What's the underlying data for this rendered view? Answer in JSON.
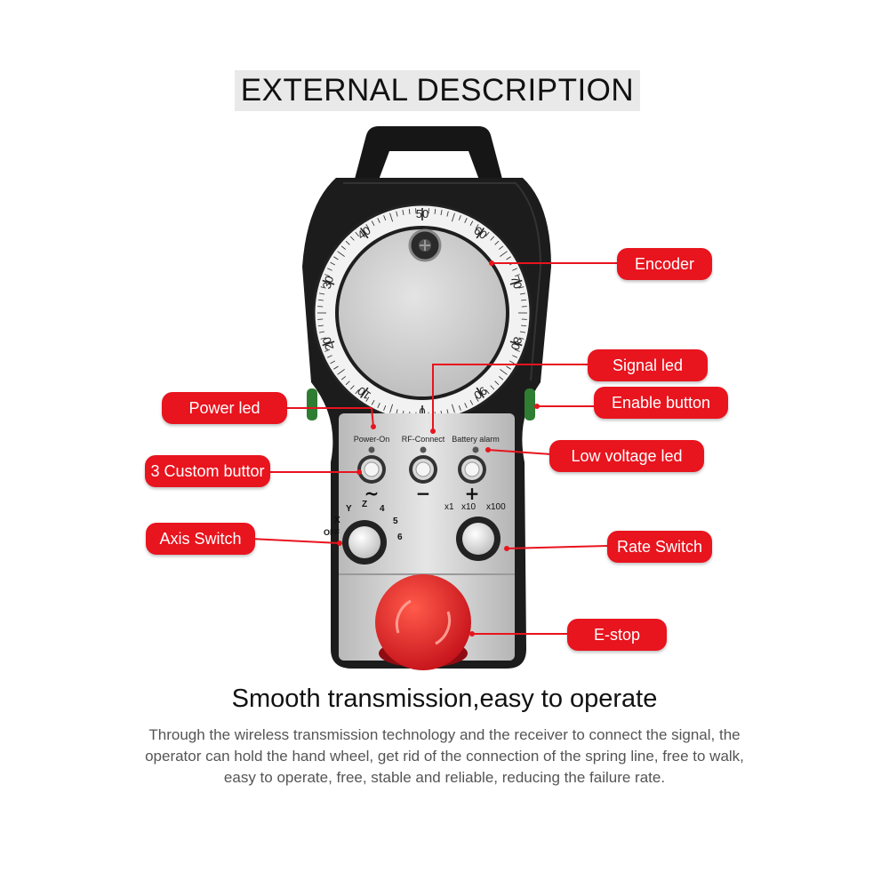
{
  "title": "EXTERNAL DESCRIPTION",
  "device": {
    "dial_numbers": [
      "0",
      "10",
      "20",
      "30",
      "40",
      "50",
      "60",
      "70",
      "80",
      "90"
    ],
    "led_labels": [
      "Power-On",
      "RF-Connect",
      "Battery alarm"
    ],
    "button_symbols": [
      "~",
      "−",
      "+"
    ],
    "axis_labels": [
      "X",
      "Y",
      "Z",
      "4",
      "5",
      "6",
      "OFF"
    ],
    "rate_labels": [
      "x1",
      "x10",
      "x100"
    ]
  },
  "callouts": {
    "encoder": "Encoder",
    "signal_led": "Signal led",
    "power_led": "Power led",
    "enable_button": "Enable button",
    "custom_buttons": "3 Custom buttor",
    "low_voltage_led": "Low voltage led",
    "axis_switch": "Axis Switch",
    "rate_switch": "Rate Switch",
    "estop": "E-stop"
  },
  "colors": {
    "callout_red": "#e8141e",
    "estop_red": "#e02020",
    "led_green": "#2e7d32"
  },
  "subtitle": "Smooth transmission,easy to operate",
  "description": "Through the wireless transmission technology and the receiver to connect the signal, the operator can hold the hand wheel, get rid of the connection of the spring line, free to walk, easy to operate, free, stable and reliable, reducing the failure rate."
}
